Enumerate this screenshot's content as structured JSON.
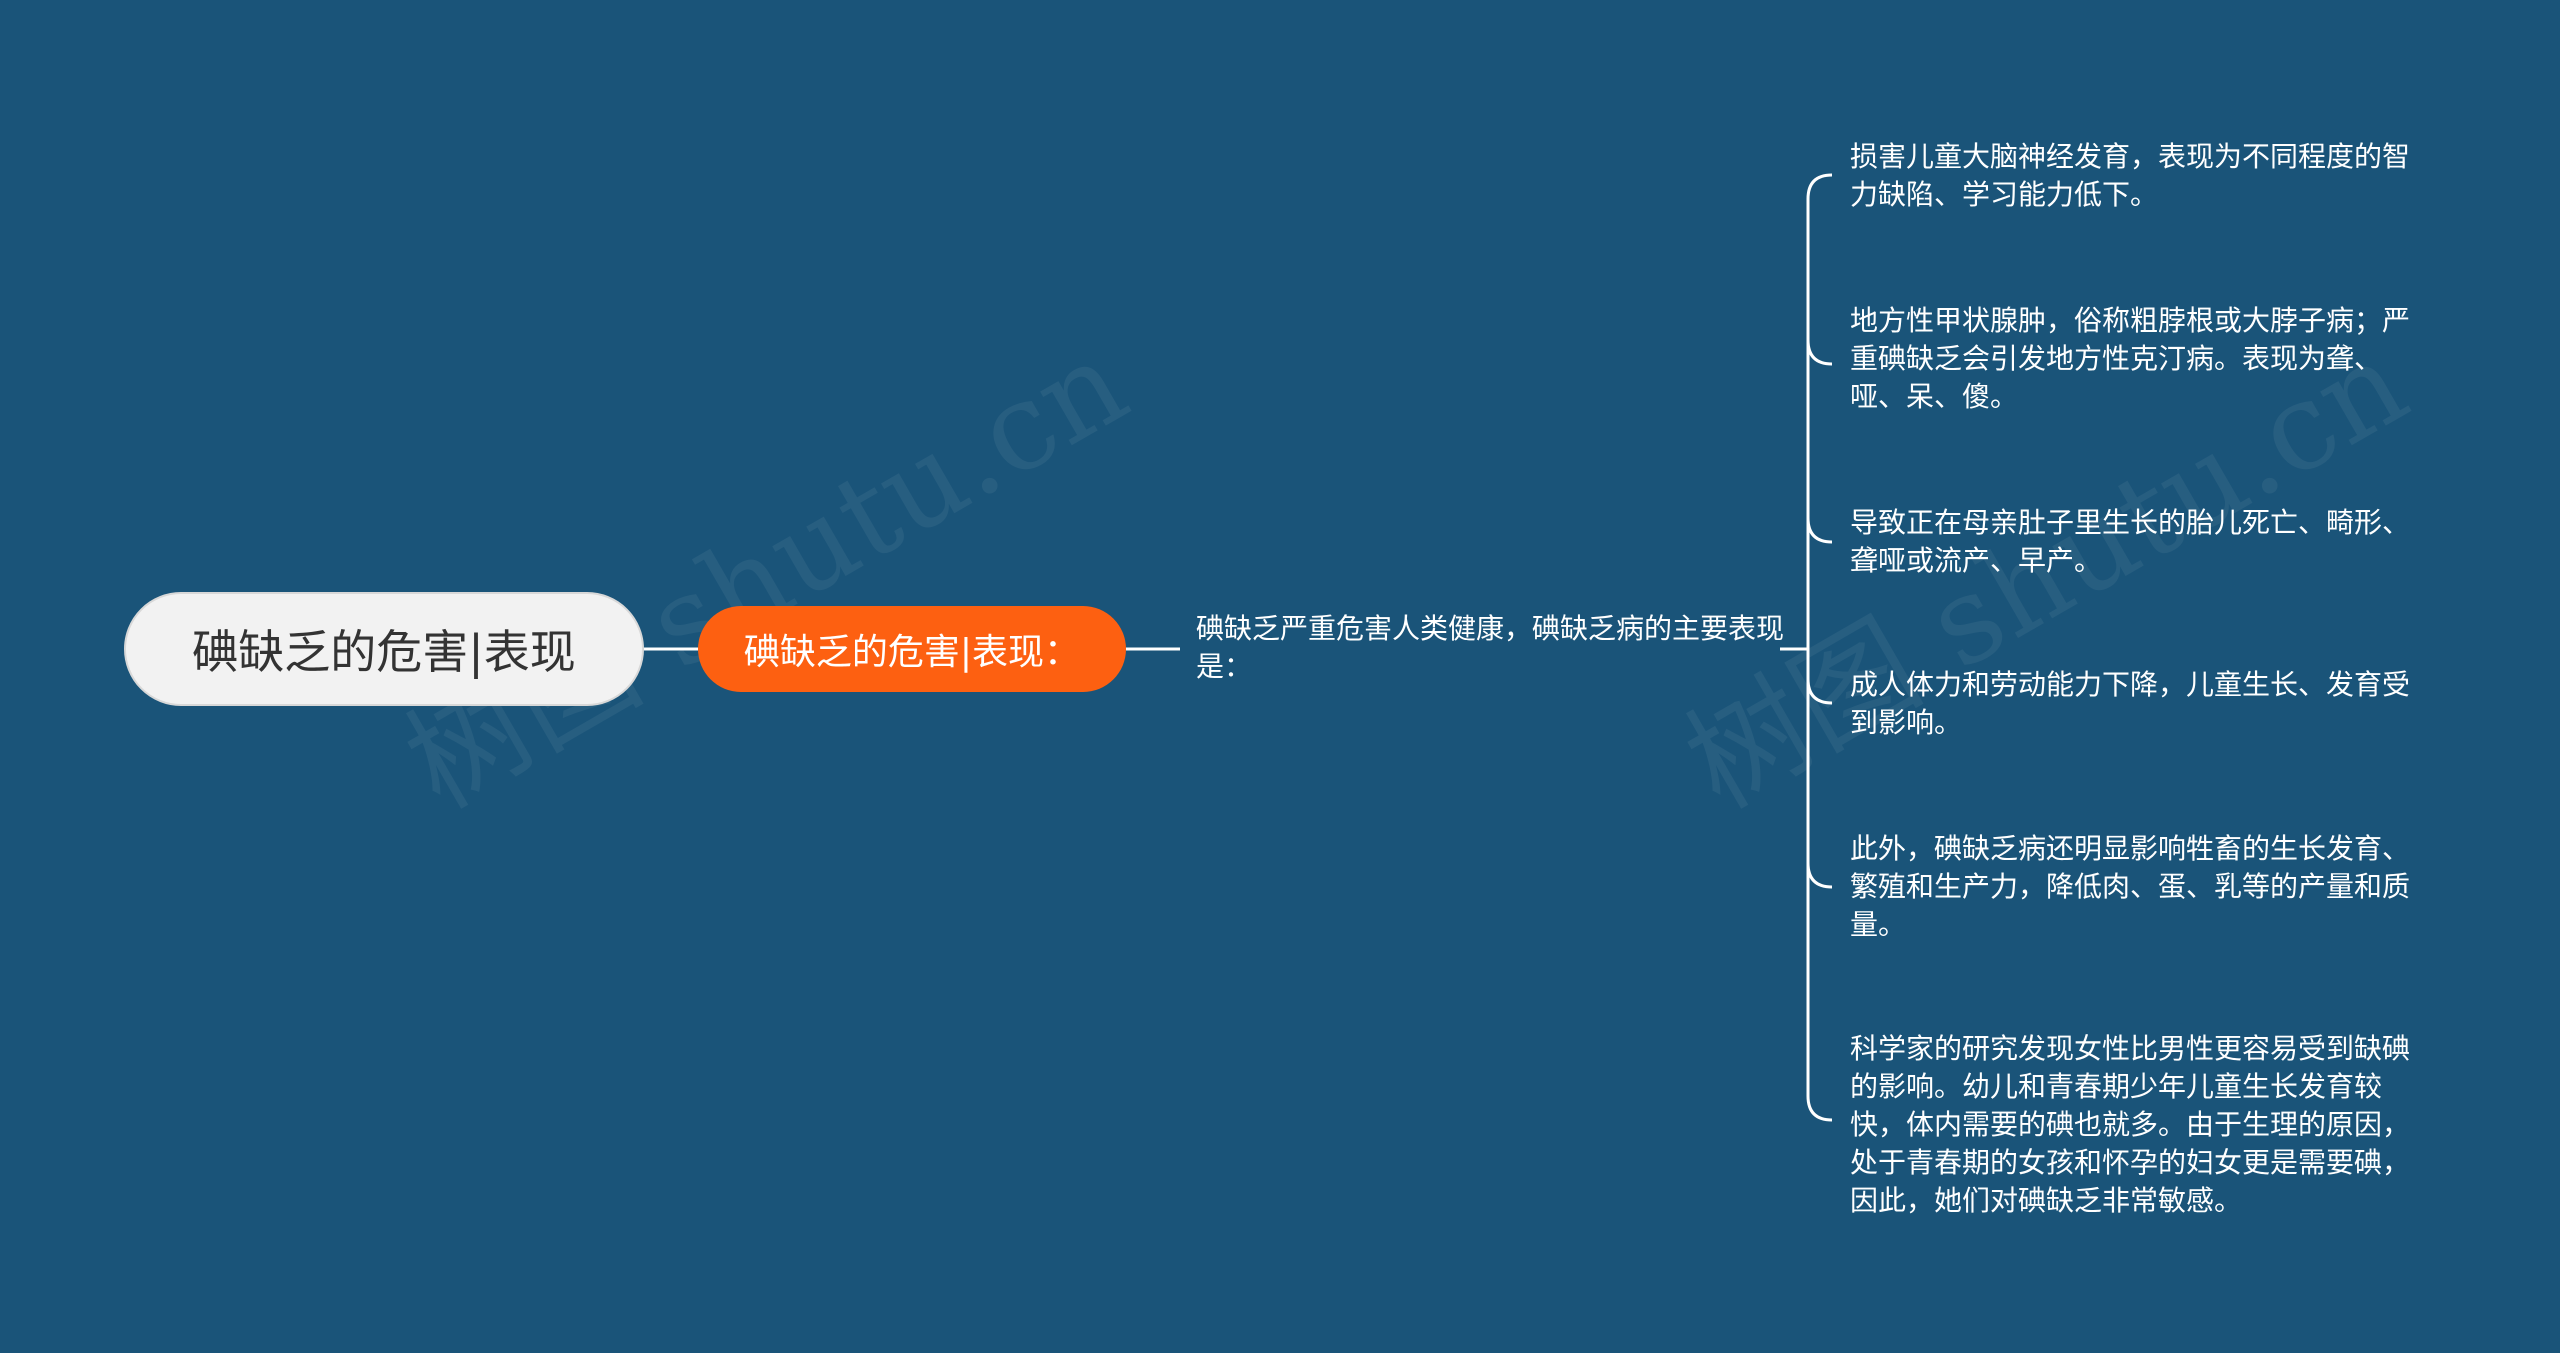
{
  "mindmap": {
    "root": {
      "label": "碘缺乏的危害|表现"
    },
    "branch": {
      "label": "碘缺乏的危害|表现："
    },
    "summary": {
      "text": "碘缺乏严重危害人类健康，碘缺乏病的主要表现是："
    },
    "leaves": [
      {
        "text": "损害儿童大脑神经发育，表现为不同程度的智力缺陷、学习能力低下。"
      },
      {
        "text": "地方性甲状腺肿，俗称粗脖根或大脖子病；严重碘缺乏会引发地方性克汀病。表现为聋、哑、呆、傻。"
      },
      {
        "text": "导致正在母亲肚子里生长的胎儿死亡、畸形、聋哑或流产、早产。"
      },
      {
        "text": "成人体力和劳动能力下降，儿童生长、发育受到影响。"
      },
      {
        "text": "此外，碘缺乏病还明显影响牲畜的生长发育、繁殖和生产力，降低肉、蛋、乳等的产量和质量。"
      },
      {
        "text": "科学家的研究发现女性比男性更容易受到缺碘的影响。幼儿和青春期少年儿童生长发育较快，体内需要的碘也就多。由于生理的原因，处于青春期的女孩和怀孕的妇女更是需要碘，因此，她们对碘缺乏非常敏感。"
      }
    ]
  },
  "watermarks": [
    "树图 shutu.cn",
    "树图 shutu.cn"
  ],
  "colors": {
    "background": "#1a5479",
    "root_fill": "#f2f2f2",
    "branch_fill": "#fd6011",
    "connector": "#ffffff"
  }
}
